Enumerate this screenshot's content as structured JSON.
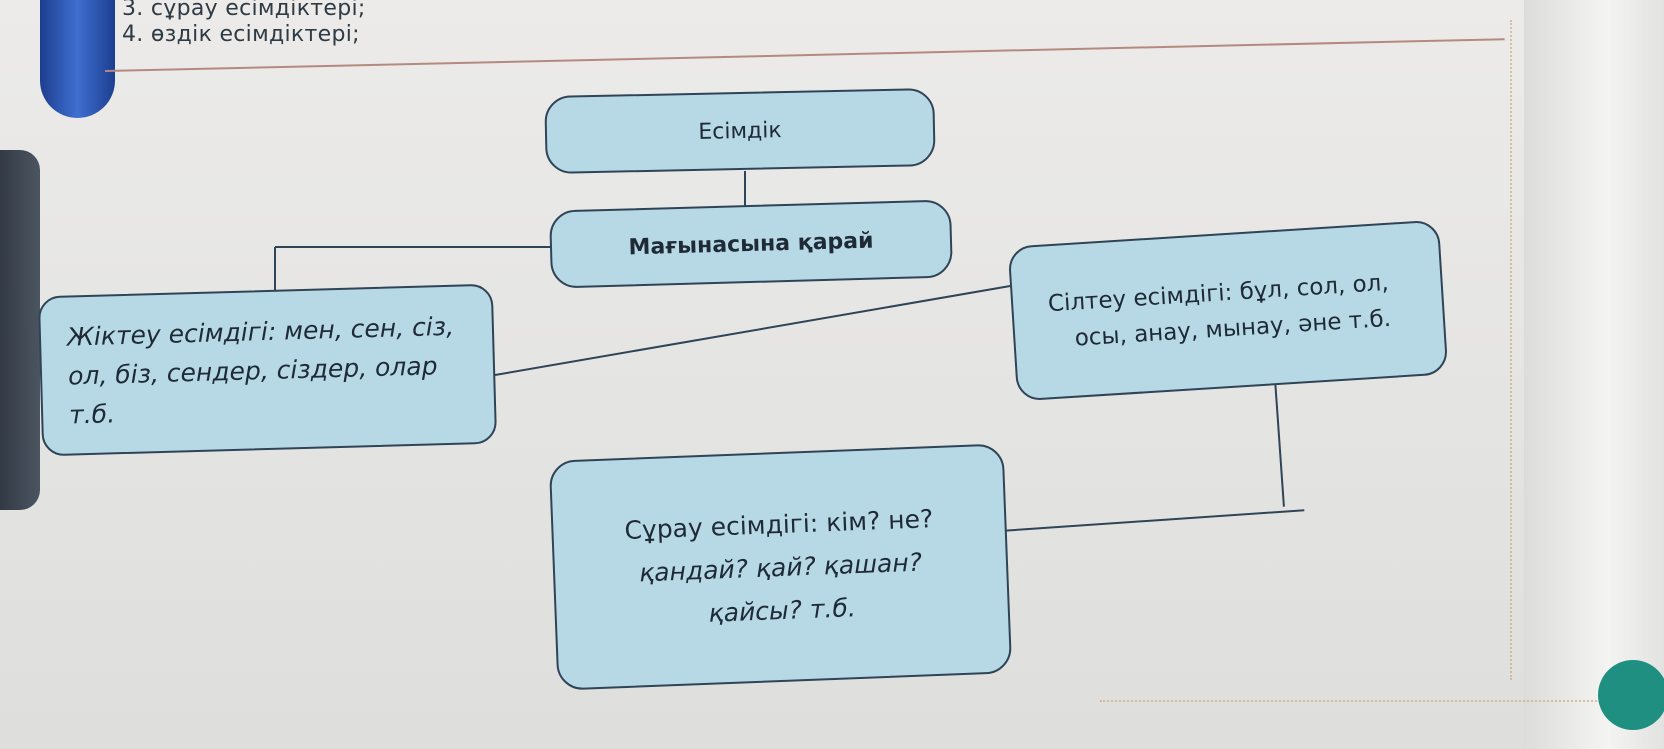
{
  "list": {
    "item3": "3. сұрау есімдіктері;",
    "item4": "4. өздік есімдіктері;"
  },
  "diagram": {
    "root": "Есімдік",
    "sub": "Мағынасына қарай",
    "personal": [
      "Жіктеу есімдігі: мен, сен, сіз,",
      "ол, біз, сендер, сіздер, олар",
      "т.б."
    ],
    "demonstrative": [
      "Сілтеу есімдігі: бұл, сол, ол,",
      "осы, анау, мынау, әне т.б."
    ],
    "interrogative": [
      "Сұрау есімдігі: кім? не?",
      "қандай? қай? қашан?",
      "қайсы? т.б."
    ]
  },
  "colors": {
    "box_fill": "#b7d9e6",
    "box_border": "#2f4456",
    "page": "#e6e6e4"
  }
}
